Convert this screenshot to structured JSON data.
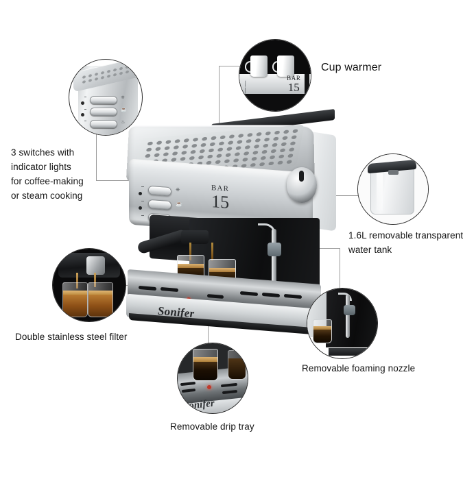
{
  "product": {
    "brand": "Sonifer",
    "pressure_prefix": "BAR",
    "pressure_value": "15"
  },
  "callouts": [
    {
      "id": "switches",
      "name": "switches-callout",
      "label": "3 switches with\nindicator lights\nfor coffee-making\nor steam cooking",
      "icons": [
        "power-icon",
        "coffee-cup-icon",
        "steam-icon"
      ]
    },
    {
      "id": "cupwarmer",
      "name": "cup-warmer-callout",
      "label": "Cup warmer",
      "icons": [
        "cup-icon",
        "cup-icon"
      ]
    },
    {
      "id": "tank",
      "name": "water-tank-callout",
      "label": "1.6L removable transparent\nwater tank",
      "icons": [
        "water-tank-icon"
      ]
    },
    {
      "id": "filter",
      "name": "double-filter-callout",
      "label": "Double stainless steel filter",
      "icons": [
        "portafilter-icon"
      ]
    },
    {
      "id": "nozzle",
      "name": "foaming-nozzle-callout",
      "label": "Removable foaming nozzle",
      "icons": [
        "steam-wand-icon"
      ]
    },
    {
      "id": "driptray",
      "name": "drip-tray-callout",
      "label": "Removable drip tray",
      "icons": [
        "drip-tray-icon"
      ]
    }
  ],
  "cup_warmer_detail": {
    "pressure_prefix": "BAR",
    "pressure_value": "15"
  },
  "colors": {
    "background": "#ffffff",
    "text": "#141414",
    "leader_line": "#9a9a9a",
    "callout_border": "#2a2a2a",
    "stainless_light": "#e4e7e9",
    "stainless_dark": "#9fa3a6",
    "body_black": "#0d0e0f",
    "coffee": "#1a0f03",
    "crema": "#dcb272",
    "indicator_red": "#b5372a"
  }
}
